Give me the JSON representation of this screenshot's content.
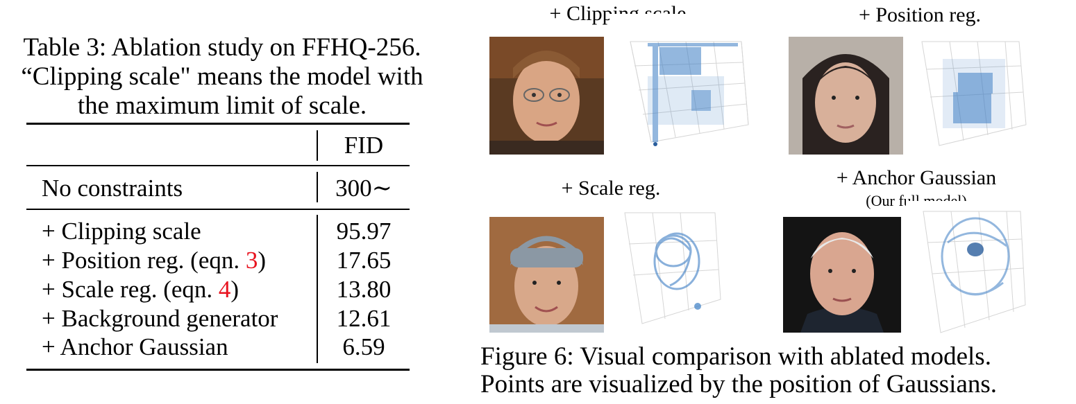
{
  "table": {
    "caption_line1": "Table 3: Ablation study on FFHQ-256.",
    "caption_line2": "“Clipping scale\" means the model with",
    "caption_line3": "the maximum limit of scale.",
    "header_value": "FID",
    "baseline": {
      "label": "No constraints",
      "value": "300∼"
    },
    "rows": [
      {
        "label": "+ Clipping scale",
        "ref": "",
        "suffix": "",
        "value": "95.97"
      },
      {
        "label": "+ Position reg. (eqn. ",
        "ref": "3",
        "suffix": ")",
        "value": "17.65"
      },
      {
        "label": "+ Scale reg. (eqn. ",
        "ref": "4",
        "suffix": ")",
        "value": "13.80"
      },
      {
        "label": "+ Background generator",
        "ref": "",
        "suffix": "",
        "value": "12.61"
      },
      {
        "label": "+ Anchor Gaussian",
        "ref": "",
        "suffix": "",
        "value": "6.59"
      }
    ]
  },
  "figure": {
    "panels": [
      {
        "title": "+ Clipping scale",
        "subtitle": ""
      },
      {
        "title": "+ Position reg.",
        "subtitle": ""
      },
      {
        "title": "+ Scale reg.",
        "subtitle": ""
      },
      {
        "title": "+ Anchor Gaussian",
        "subtitle": "(Our full model)"
      }
    ],
    "caption_line1": "Figure 6:  Visual comparison with ablated models.",
    "caption_line2": "Points are visualized by the position of Gaussians."
  },
  "colors": {
    "reference_red": "#e8131f",
    "point_blue": "#3b7dc4"
  }
}
